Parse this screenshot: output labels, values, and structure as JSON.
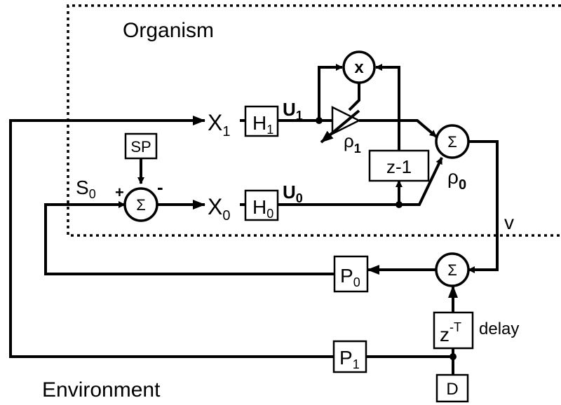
{
  "regions": {
    "organism_label": "Organism",
    "environment_label": "Environment"
  },
  "blocks": {
    "sp": "SP",
    "h1_main": "H",
    "h1_sub": "1",
    "h0_main": "H",
    "h0_sub": "0",
    "p0_main": "P",
    "p0_sub": "0",
    "p1_main": "P",
    "p1_sub": "1",
    "z_minus_1": "z-1",
    "delay_main": "z",
    "delay_sup": "-T",
    "d": "D"
  },
  "operators": {
    "sum_symbol": "Σ",
    "multiply_symbol": "x"
  },
  "signals": {
    "x1_main": "X",
    "x1_sub": "1",
    "x0_main": "X",
    "x0_sub": "0",
    "u1_main": "U",
    "u1_sub": "1",
    "u0_main": "U",
    "u0_sub": "0",
    "rho1_main": "ρ",
    "rho1_sub": "1",
    "rho0_main": "ρ",
    "rho0_sub": "0",
    "s0_main": "S",
    "s0_sub": "0",
    "v": "v",
    "plus": "+",
    "minus": "-",
    "delay_label": "delay"
  }
}
